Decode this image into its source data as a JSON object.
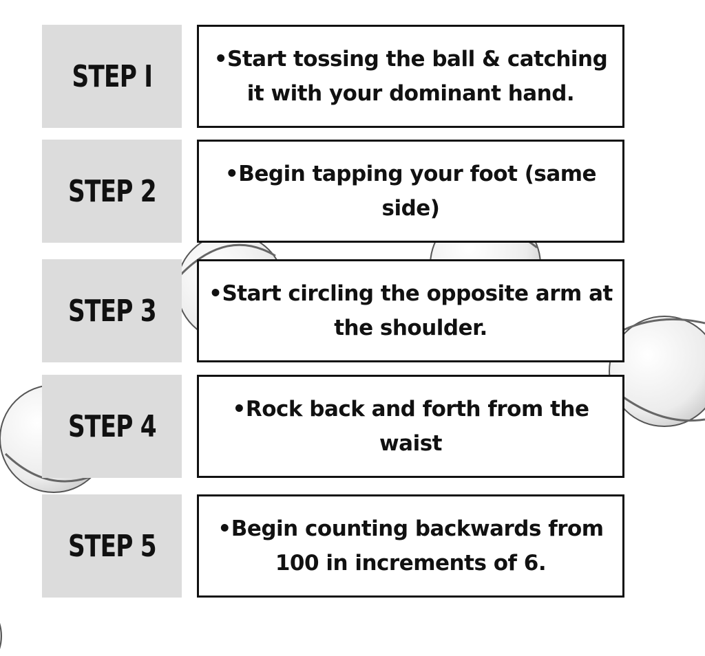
{
  "steps": [
    {
      "label": "STEP I",
      "text": "•Start tossing the ball & catching it with your dominant hand."
    },
    {
      "label": "STEP 2",
      "text": "•Begin tapping your foot (same side)"
    },
    {
      "label": "STEP 3",
      "text": "•Start circling the opposite arm at the shoulder."
    },
    {
      "label": "STEP 4",
      "text": "•Rock back and forth from the waist"
    },
    {
      "label": "STEP 5",
      "text": "•Begin counting backwards from 100 in increments of 6."
    }
  ],
  "colors": {
    "label_background": "#dcdcdc",
    "box_border": "#111111",
    "text": "#111111",
    "ball": "#f0f0f0"
  },
  "decorations": {
    "ball_icon": "tennis-ball-icon"
  }
}
